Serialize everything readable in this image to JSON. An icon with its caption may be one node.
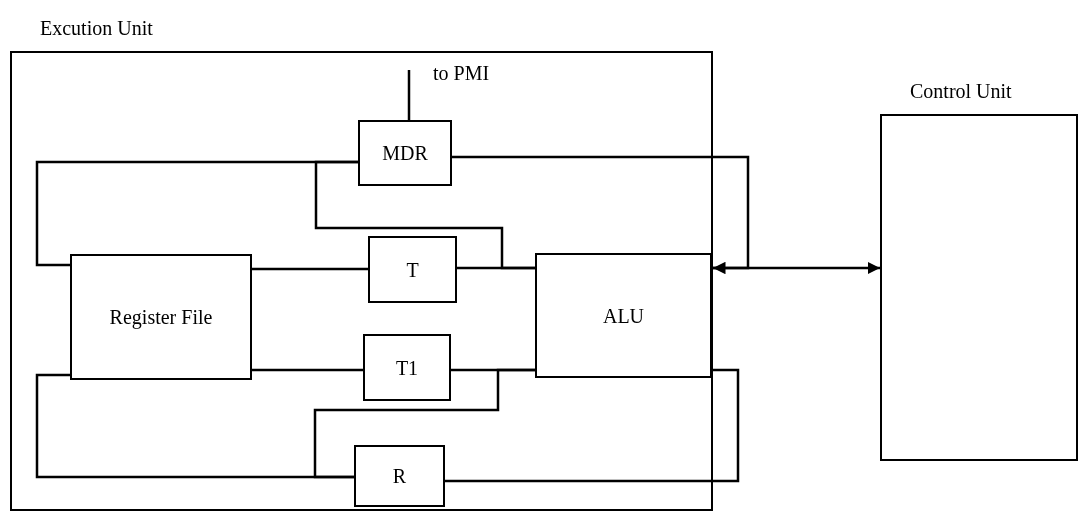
{
  "diagram": {
    "nodes": [
      {
        "text": [
          "Excution Unit"
        ]
      },
      {
        "text": [
          "MDR"
        ],
        "in": 0
      },
      {
        "text": [
          "Register File"
        ],
        "in": 0
      },
      {
        "text": [
          "T"
        ],
        "in": 0
      },
      {
        "text": [
          "ALU"
        ],
        "in": 0
      },
      {
        "text": [
          "T1"
        ],
        "in": 0
      },
      {
        "text": [
          "R"
        ],
        "in": 0
      },
      {
        "text": [
          "Control Unit"
        ]
      }
    ],
    "edges": [
      {
        "from": 1,
        "to": 2,
        "arrow": "none"
      },
      {
        "from": 1,
        "to": 4,
        "arrow": "none"
      },
      {
        "from": 1,
        "to": 4,
        "arrow": "none"
      },
      {
        "from": 2,
        "to": 3,
        "arrow": "none"
      },
      {
        "from": 3,
        "to": 4,
        "arrow": "none"
      },
      {
        "from": 2,
        "to": 5,
        "arrow": "none"
      },
      {
        "from": 5,
        "to": 4,
        "arrow": "none"
      },
      {
        "from": 6,
        "to": 2,
        "arrow": "none"
      },
      {
        "from": 6,
        "to": 4,
        "arrow": "none"
      },
      {
        "from": 6,
        "to": 4,
        "arrow": "none"
      },
      {
        "from": 1,
        "to": null,
        "arrow": "none",
        "label": "to PMI"
      },
      {
        "from": 0,
        "to": 7,
        "arrow": "both"
      }
    ]
  }
}
